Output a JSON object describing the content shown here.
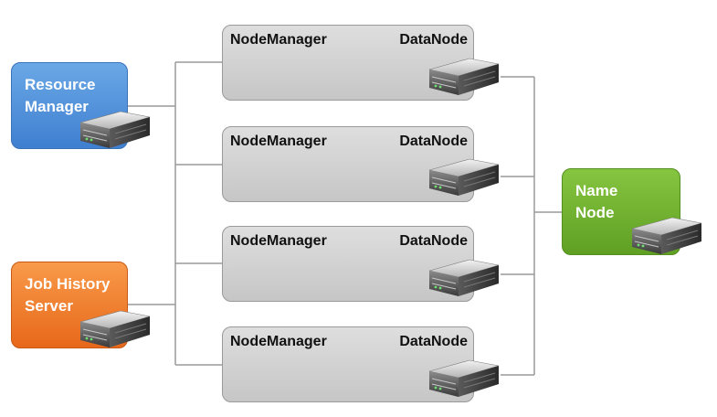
{
  "masters": {
    "resource_manager": "Resource Manager",
    "job_history_server": "Job History Server",
    "name_node": "Name Node"
  },
  "workers": [
    {
      "left": "NodeManager",
      "right": "DataNode"
    },
    {
      "left": "NodeManager",
      "right": "DataNode"
    },
    {
      "left": "NodeManager",
      "right": "DataNode"
    },
    {
      "left": "NodeManager",
      "right": "DataNode"
    }
  ],
  "icons": {
    "server": "server-icon"
  },
  "colors": {
    "resource_manager": "#4a8ad8",
    "job_history_server": "#ef7a2e",
    "name_node": "#70b22f",
    "worker": "#d2d2d2",
    "connector": "#9a9a9a"
  }
}
